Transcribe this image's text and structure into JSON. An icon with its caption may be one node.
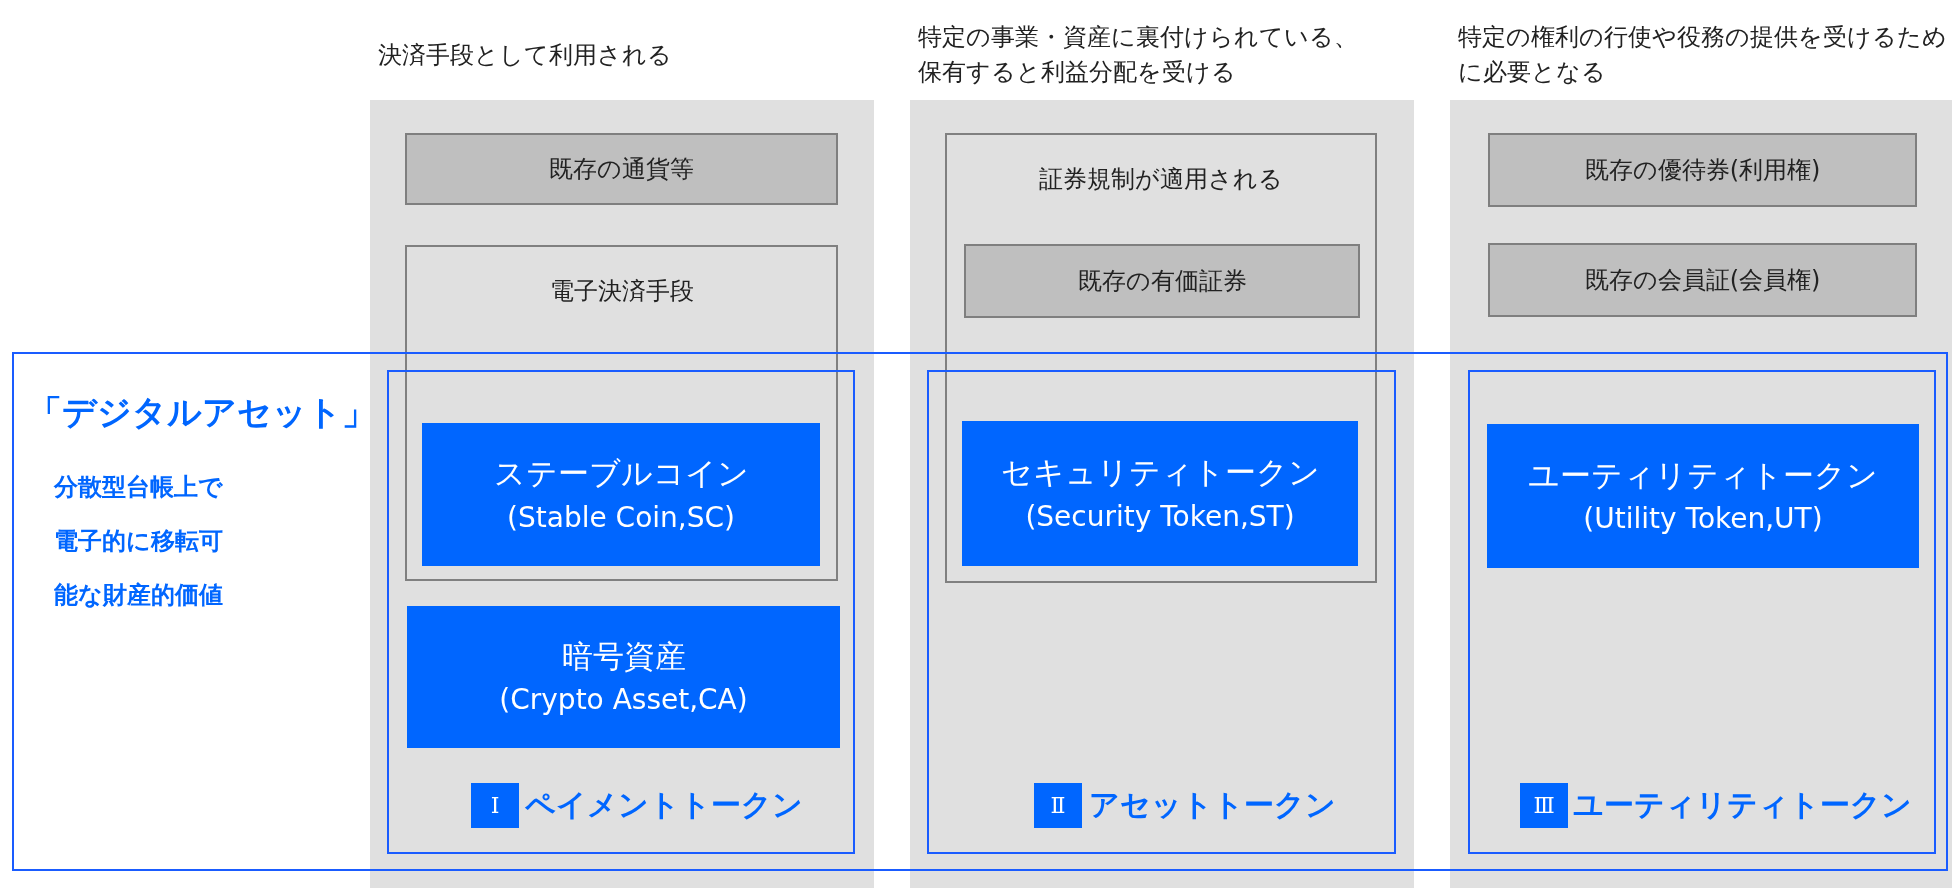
{
  "diagram": {
    "nodes": [
      {
        "text": [
          "決済手段として利用される"
        ]
      },
      {
        "text": [
          "既存の通貨等"
        ],
        "in": 0
      },
      {
        "text": [
          "電子決済手段"
        ],
        "in": 0
      },
      {
        "text": [
          "特定の事業・資産に裏付けられている、保有すると利益分配を受ける"
        ]
      },
      {
        "text": [
          "証券規制が適用される"
        ],
        "in": 3
      },
      {
        "text": [
          "既存の有価証券"
        ],
        "in": 4
      },
      {
        "text": [
          "特定の権利の行使や役務の提供を受けるために必要となる"
        ]
      },
      {
        "text": [
          "既存の優待券(利用権)"
        ],
        "in": 6
      },
      {
        "text": [
          "既存の会員証(会員権)"
        ],
        "in": 6
      },
      {
        "text": [
          "「デジタルアセット」",
          "分散型台帳上で電子的に移転可能な財産的価値"
        ]
      },
      {
        "text": [
          "ペイメントトークン"
        ]
      },
      {
        "text": [
          "ステーブルコイン",
          "(Stable Coin,SC)"
        ]
      },
      {
        "text": [
          "暗号資産",
          "(Crypto Asset,CA)"
        ],
        "in": 10
      },
      {
        "text": [
          "Ⅰ"
        ],
        "in": 10
      },
      {
        "text": [
          "アセットトークン"
        ]
      },
      {
        "text": [
          "セキュリティトークン",
          "(Security Token,ST)"
        ]
      },
      {
        "text": [
          "Ⅱ"
        ],
        "in": 14
      },
      {
        "text": [
          "ユーティリティトークン"
        ]
      },
      {
        "text": [
          "ユーティリティトークン",
          "(Utility Token,UT)"
        ],
        "in": 17
      },
      {
        "text": [
          "Ⅲ"
        ],
        "in": 17
      }
    ]
  }
}
